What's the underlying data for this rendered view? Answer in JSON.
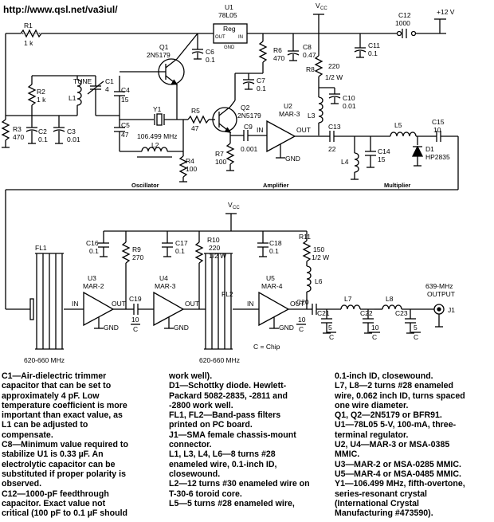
{
  "header": {
    "url": "http://www.qsl.net/va3iul/"
  },
  "supply": {
    "vcc_top": "V",
    "vcc_top_sub": "CC",
    "vcc_bottom": "V",
    "vcc_bottom_sub": "CC",
    "plus12": "+12 V"
  },
  "regulator": {
    "ref": "U1",
    "part": "78L05",
    "name": "Reg",
    "out": "OUT",
    "in": "IN",
    "gnd": "GND"
  },
  "top_components": {
    "r1": [
      "R1",
      "1 k"
    ],
    "r2": [
      "R2",
      "1 k"
    ],
    "r3": [
      "R3",
      "470"
    ],
    "r4": [
      "R4",
      "100"
    ],
    "r5": [
      "R5",
      "47"
    ],
    "r6": [
      "R6",
      "470"
    ],
    "r7": [
      "R7",
      "100"
    ],
    "r8": [
      "R8",
      "220",
      "1/2 W"
    ],
    "c1": [
      "C1",
      "4"
    ],
    "tune": "TUNE",
    "c2": [
      "C2",
      "0.1"
    ],
    "c3": [
      "C3",
      "0.01"
    ],
    "c4": [
      "C4",
      "15"
    ],
    "c5": [
      "C5",
      "47"
    ],
    "c6": [
      "C6",
      "0.1"
    ],
    "c7": [
      "C7",
      "0.1"
    ],
    "c8": [
      "C8",
      "0.47"
    ],
    "c9": [
      "C9",
      "0.001"
    ],
    "c10": [
      "C10",
      "0.01"
    ],
    "c11": [
      "C11",
      "0.1"
    ],
    "c12": [
      "C12",
      "1000"
    ],
    "c13": [
      "C13",
      "22"
    ],
    "c14": [
      "C14",
      "15"
    ],
    "c15": [
      "C15",
      "10"
    ],
    "l1": "L1",
    "l2": "L2",
    "l3": "L3",
    "l4": "L4",
    "l5": "L5",
    "q1": [
      "Q1",
      "2N5179"
    ],
    "q2": [
      "Q2",
      "2N5179"
    ],
    "u2": [
      "U2",
      "MAR-3"
    ],
    "y1": [
      "Y1",
      "106.499 MHz"
    ],
    "d1": [
      "D1",
      "HP2835"
    ],
    "in": "IN",
    "out": "OUT",
    "gnd": "GND"
  },
  "blocks": {
    "oscillator": "Oscillator",
    "amplifier": "Amplifier",
    "multiplier": "Multiplier"
  },
  "bottom_components": {
    "fl1": "FL1",
    "fl2": "FL2",
    "u3": [
      "U3",
      "MAR-2"
    ],
    "u4": [
      "U4",
      "MAR-3"
    ],
    "u5": [
      "U5",
      "MAR-4"
    ],
    "c16": [
      "C16",
      "0.1"
    ],
    "c17": [
      "C17",
      "0.1"
    ],
    "c18": [
      "C18",
      "0.1"
    ],
    "r9": [
      "R9",
      "270"
    ],
    "r10": [
      "R10",
      "220",
      "1/2 W"
    ],
    "r11": [
      "R11",
      "150",
      "1/2 W"
    ],
    "l6": "L6",
    "l7": "L7",
    "l8": "L8",
    "c19": [
      "C19",
      "10",
      "C"
    ],
    "c20": [
      "C20",
      "10",
      "C"
    ],
    "c21": [
      "C21",
      "5",
      "C"
    ],
    "c22": [
      "C22",
      "10",
      "C"
    ],
    "c23": [
      "C23",
      "5",
      "C"
    ],
    "band1": "620-660 MHz",
    "band2": "620-660 MHz",
    "output": [
      "639-MHz",
      "OUTPUT"
    ],
    "j1": "J1",
    "chip": "C = Chip",
    "in": "IN",
    "out": "OUT",
    "gnd": "GND"
  },
  "notes": {
    "col1": [
      "C1—Air-dielectric trimmer",
      "   capacitor that can be set to",
      "   approximately 4 pF. Low",
      "   temperature coefficient is more",
      "   important than exact value, as",
      "   L1 can be adjusted to",
      "   compensate.",
      "C8—Minimum value required to",
      "   stabilize U1 is 0.33 µF. An",
      "   electrolytic capacitor can be",
      "   substituted if proper polarity is",
      "   observed.",
      "C12—1000-pF feedthrough",
      "   capacitor. Exact value not",
      "   critical (100 pF to 0.1 µF should"
    ],
    "col2": [
      "   work well).",
      "D1—Schottky diode. Hewlett-",
      "   Packard 5082-2835, -2811 and",
      "   -2800 work well.",
      "FL1, FL2—Band-pass filters",
      "   printed on PC board.",
      "J1—SMA female chassis-mount",
      "   connector.",
      "L1, L3, L4, L6—8 turns #28",
      "   enameled wire, 0.1-inch ID,",
      "   closewound.",
      "L2—12 turns #30 enameled wire on",
      "   T-30-6 toroid core.",
      "L5—5 turns #28 enameled wire,"
    ],
    "col3": [
      "   0.1-inch ID, closewound.",
      "L7, L8—2 turns #28 enameled",
      "   wire, 0.062 inch ID, turns spaced",
      "   one wire diameter.",
      "Q1, Q2—2N5179 or BFR91.",
      "U1—78L05 5-V, 100-mA, three-",
      "   terminal regulator.",
      "U2, U4—MAR-3 or MSA-0385",
      "   MMIC.",
      "U3—MAR-2 or MSA-0285 MMIC.",
      "U5—MAR-4 or MSA-0485 MMIC.",
      "Y1—106.499 MHz, fifth-overtone,",
      "   series-resonant crystal",
      "   (International Crystal",
      "   Manufacturing #473590)."
    ]
  }
}
